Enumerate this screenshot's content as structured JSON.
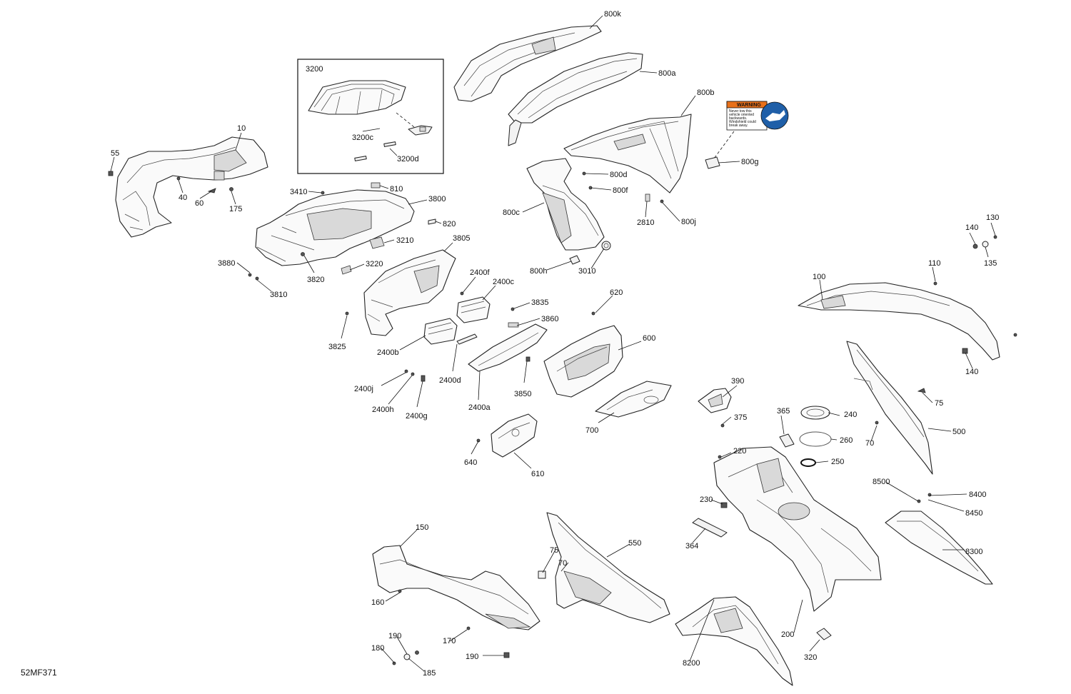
{
  "diagram_code": "52MF371",
  "inset_label": "3200",
  "warning_decal": {
    "heading": "WARNING",
    "lines": [
      "Never tow this",
      "vehicle oriented",
      "backwards.",
      "Windshield could",
      "break away."
    ],
    "colors": {
      "header": "#e8701a",
      "symbol": "#1f5fa8"
    }
  },
  "callouts": [
    "800k",
    "800a",
    "800b",
    "800g",
    "800d",
    "800f",
    "800c",
    "800h",
    "800j",
    "2810",
    "3010",
    "3200",
    "3200c",
    "3200d",
    "10",
    "55",
    "40",
    "60",
    "175",
    "3410",
    "810",
    "3800",
    "820",
    "3210",
    "3805",
    "3880",
    "3820",
    "3220",
    "3810",
    "2400f",
    "2400c",
    "3835",
    "3860",
    "3825",
    "2400b",
    "2400d",
    "2400j",
    "2400h",
    "2400g",
    "2400a",
    "3850",
    "620",
    "600",
    "700",
    "640",
    "610",
    "130",
    "140",
    "135",
    "110",
    "100",
    "140",
    "390",
    "375",
    "365",
    "240",
    "260",
    "250",
    "220",
    "230",
    "364",
    "75",
    "70",
    "500",
    "8500",
    "8400",
    "8450",
    "8300",
    "150",
    "160",
    "170",
    "190",
    "180",
    "185",
    "190",
    "75",
    "70",
    "550",
    "8200",
    "200",
    "320"
  ]
}
